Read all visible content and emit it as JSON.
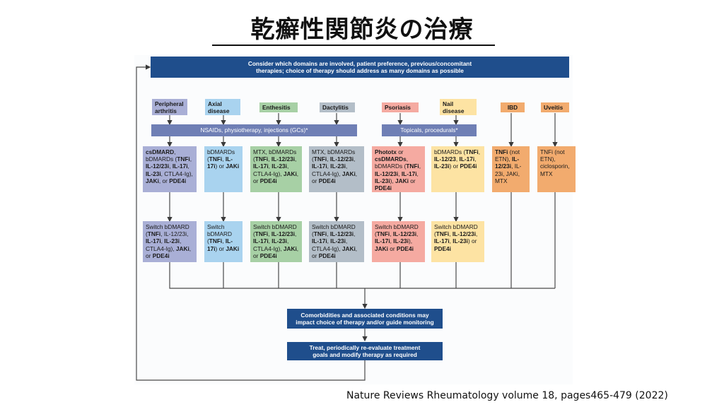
{
  "slide_title": "乾癬性関節炎の治療",
  "citation": "Nature Reviews Rheumatology volume 18, pages465-479 (2022)",
  "top_banner": {
    "line1": "Consider which domains are involved, patient preference, previous/concomitant",
    "line2": "therapies; choice of therapy should address as many domains as possible"
  },
  "domains": {
    "peripheral": "Peripheral arthritis",
    "axial": "Axial disease",
    "enthesitis": "Enthesitis",
    "dactylitis": "Dactylitis",
    "psoriasis": "Psoriasis",
    "nail": "Nail disease",
    "ibd": "IBD",
    "uveitis": "Uveitis"
  },
  "bars": {
    "nsaids": "NSAIDs, physiotherapy, injections (GCs)*",
    "topicals": "Topicals, procedurals*"
  },
  "first_line": {
    "peripheral": "<b>csDMARD</b>, bDMARDs (<b>TNFi</b>, <b>IL-12/23i</b>, <b>IL-17i</b>, <b>IL-23i</b>, CTLA4-Ig), <b>JAKi</b>, or <b>PDE4i</b>",
    "axial": "bDMARDs (<b>TNFi</b>, <b>IL-17i</b>) or <b>JAKi</b>",
    "enthesitis": "MTX, bDMARDs (<b>TNFi</b>, <b>IL-12/23i</b>, <b>IL-17i</b>, <b>IL-23i</b>, CTLA4-Ig), <b>JAKi</b>, or <b>PDE4i</b>",
    "dactylitis": "MTX, bDMARDs (<b>TNFi</b>, <b>IL-12/23i</b>, <b>IL-17i</b>, <b>IL-23i</b>, CTLA4-Ig), <b>JAKi</b>, or <b>PDE4i</b>",
    "psoriasis": "<b>Phototx</b> or <b>csDMARDs</b>, bDMARDs (<b>TNFi</b>, <b>IL-12/23i</b>, <b>IL-17i</b>, <b>IL-23i</b>), <b>JAKi</b> or <b>PDE4i</b>",
    "nail": "bDMARDs (<b>TNFi</b>, <b>IL-12/23</b>, <b>IL-17i</b>, <b>IL-23i</b>) or <b>PDE4i</b>",
    "ibd": "<b>TNFi</b> (not ETN), <b>IL-12/23i</b>, IL-23i, JAKi, MTX",
    "uveitis": "TNFi (not ETN), ciclosporin, MTX"
  },
  "switch": {
    "peripheral": "Switch bDMARD (<b>TNFi</b>, IL-12/23i, <b>IL-17i</b>, <b>IL-23i</b>, CTLA4-Ig), <b>JAKi</b>, or <b>PDE4i</b>",
    "axial": "Switch bDMARD (<b>TNFi</b>, <b>IL-17i</b>) or <b>JAKi</b>",
    "enthesitis": "Switch bDMARD (<b>TNFi</b>, <b>IL-12/23i</b>, <b>IL-17i</b>, <b>IL-23i</b>, CTLA4-Ig), <b>JAKi</b>, or <b>PDE4i</b>",
    "dactylitis": "Switch bDMARD (<b>TNFi</b>, <b>IL-12/23i</b>, <b>IL-17i</b>, <b>IL-23i</b>, CTLA4-Ig), <b>JAKi</b>, or <b>PDE4i</b>",
    "psoriasis": "Switch bDMARD (<b>TNFi</b>, <b>IL-12/23i</b>, <b>IL-17i</b>, <b>IL-23i</b>), <b>JAKi</b> or <b>PDE4i</b>",
    "nail": "Switch bDMARD (<b>TNFi</b>, <b>IL-12/23i</b>, <b>IL-17i</b>, <b>IL-23i</b>) or <b>PDE4i</b>"
  },
  "comorbidities": {
    "line1": "Comorbidities and associated conditions may",
    "line2": "impact choice of therapy and/or guide monitoring"
  },
  "treat": {
    "line1": "Treat, periodically re-evaluate treatment",
    "line2": "goals and modify therapy as required"
  }
}
